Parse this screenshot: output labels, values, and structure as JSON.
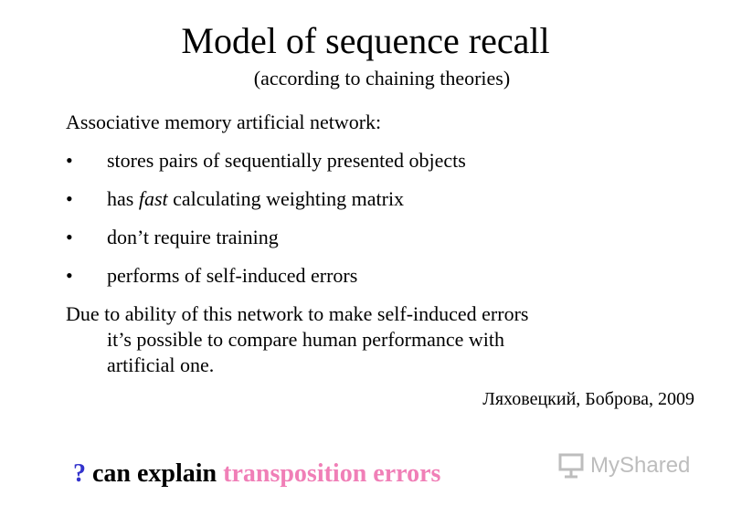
{
  "slide": {
    "title": "Model of sequence recall",
    "subtitle": "(according to chaining theories)",
    "intro": "Associative memory artificial network:",
    "bullets": [
      {
        "symbol": "•",
        "text_parts": [
          "stores pairs of sequentially presented objects"
        ]
      },
      {
        "symbol": "•",
        "text_before": "has ",
        "text_em": "fast",
        "text_after": " calculating weighting matrix"
      },
      {
        "symbol": "•",
        "text_parts": [
          "don’t require training"
        ]
      },
      {
        "symbol": "•",
        "text_parts": [
          "performs of self-induced errors"
        ]
      }
    ],
    "paragraph": {
      "line1": "Due to ability of this network to make self-induced errors",
      "line2": "it’s possible to compare human performance with",
      "line3": "artificial one."
    },
    "citation": "Ляховецкий, Боброва, 2009",
    "bottom": {
      "question_mark": "?",
      "middle": " can explain ",
      "highlight": "transposition errors"
    },
    "colors": {
      "question": "#3333cc",
      "highlight": "#f07fb7",
      "watermark": "#bdbdbd"
    },
    "watermark": {
      "icon": "presentation-board-icon",
      "text": "MyShared"
    }
  }
}
